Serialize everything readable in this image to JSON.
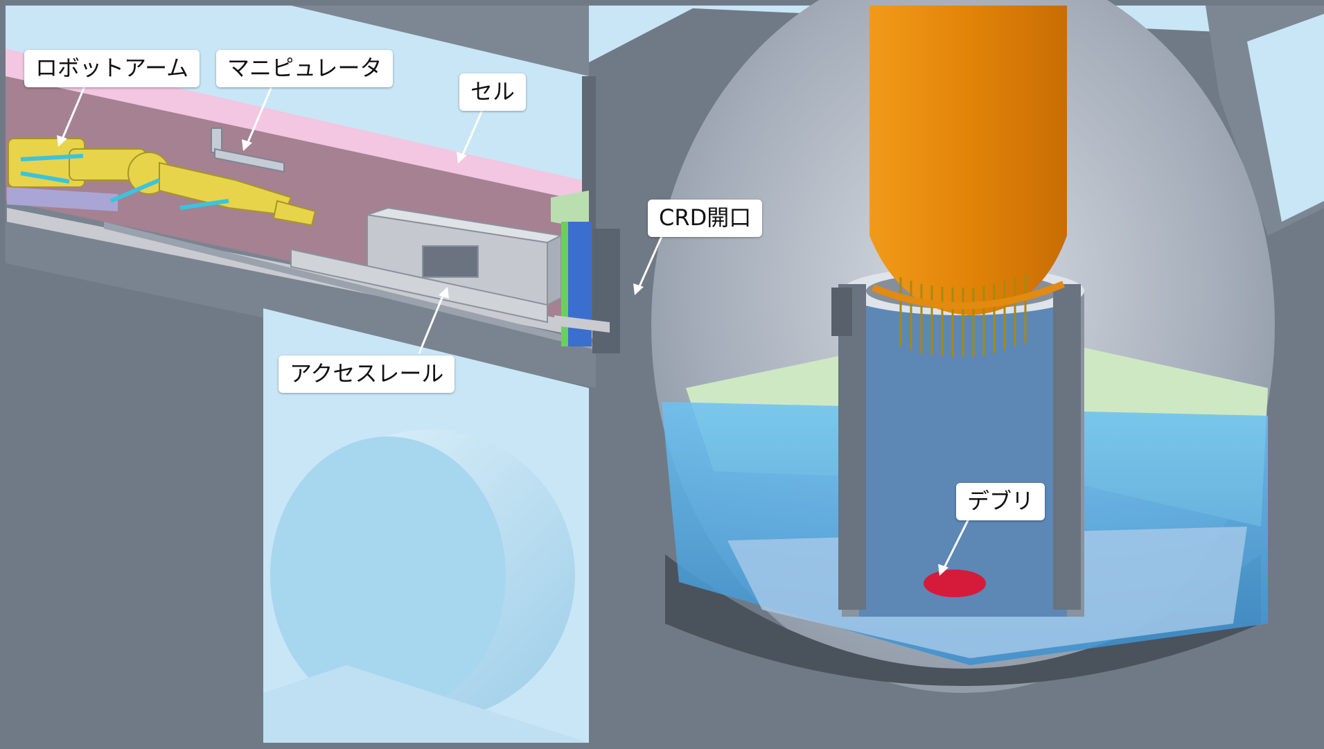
{
  "labels": {
    "robot_arm": "ロボットアーム",
    "manipulator": "マニピュレータ",
    "cell": "セル",
    "crd_opening": "CRD開口",
    "access_rail": "アクセスレール",
    "debris": "デブリ"
  },
  "colors": {
    "wall_gray": "#707a86",
    "dark_gray": "#5f6873",
    "sky_blue": "#c9e6f6",
    "cell_pink": "#a58192",
    "cell_top_pink": "#f3c6e2",
    "robot_yellow": "#e7d44a",
    "pipe_orange": "#e38a10",
    "water_blue": "#5cb8f0",
    "pedestal_green": "#cfe8c4",
    "debris_red": "#d61b3a",
    "rail_gray": "#c9cbd0"
  }
}
